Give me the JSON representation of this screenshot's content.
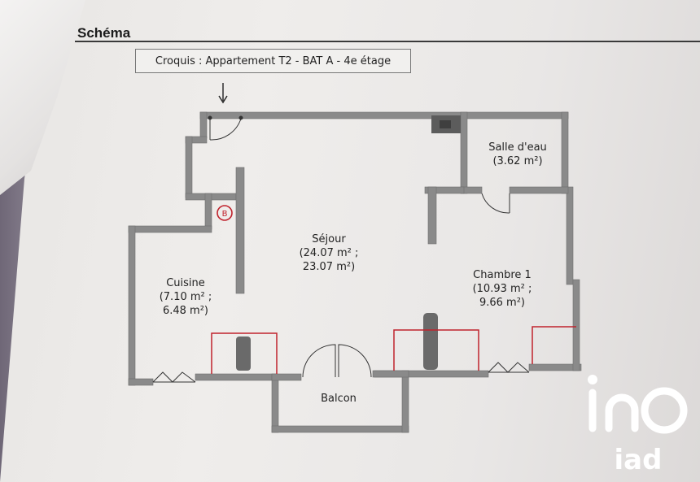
{
  "section": {
    "title": "Schéma"
  },
  "plan": {
    "caption": "Croquis : Appartement T2 - BAT A - 4e étage"
  },
  "rooms": [
    {
      "id": "sejour",
      "name": "Séjour",
      "line2": "(24.07 m² ;",
      "line3": "23.07 m²)"
    },
    {
      "id": "cuisine",
      "name": "Cuisine",
      "line2": "(7.10 m² ;",
      "line3": "6.48 m²)"
    },
    {
      "id": "chambre",
      "name": "Chambre 1",
      "line2": "(10.93 m² ;",
      "line3": "9.66 m²)"
    },
    {
      "id": "salle",
      "name": "Salle d'eau",
      "line2": "(3.62 m²)"
    },
    {
      "id": "balcon",
      "name": "Balcon"
    }
  ],
  "boiler": {
    "label": "B"
  },
  "watermark": {
    "brand": "iad"
  },
  "colors": {
    "wall": "#8a8a8a",
    "wall_edge": "#6e6e6e",
    "radiator": "#c0232d",
    "boiler": "#c0232d",
    "brand": "#ffffff"
  }
}
